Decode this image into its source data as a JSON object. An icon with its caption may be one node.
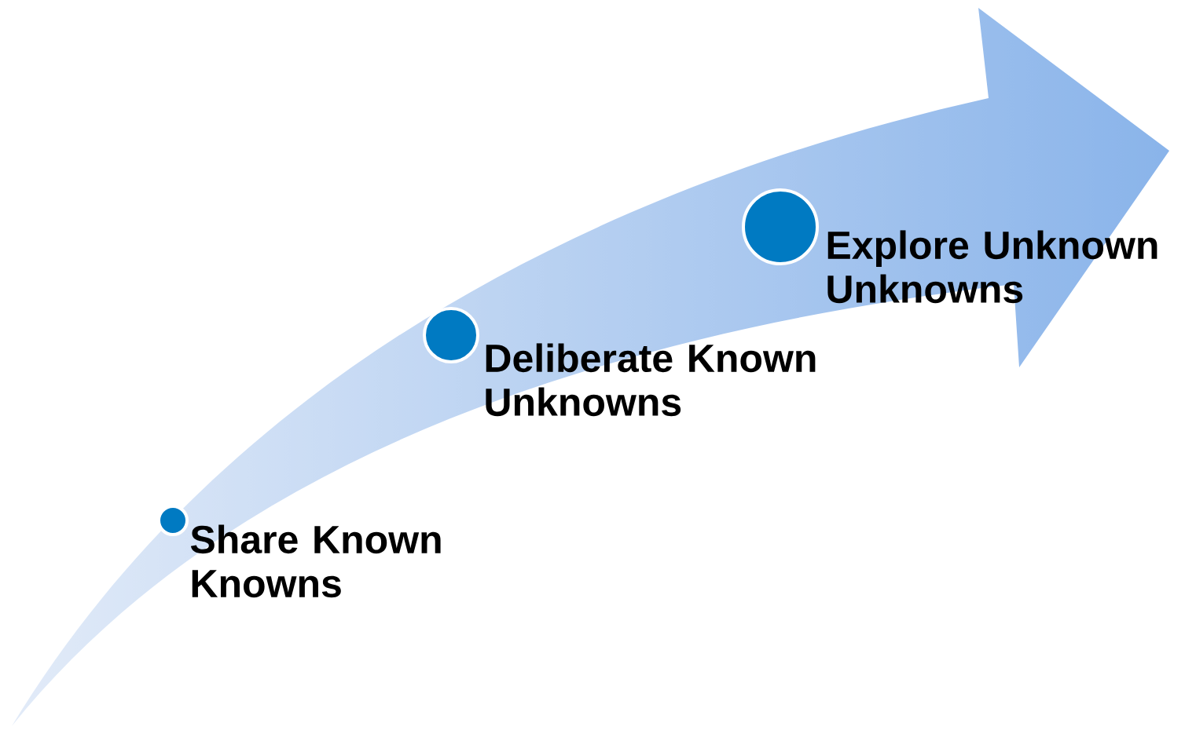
{
  "diagram": {
    "nodes": [
      {
        "text": [
          "Share Known Knowns"
        ]
      },
      {
        "text": [
          "Deliberate Known Unknowns"
        ]
      },
      {
        "text": [
          "Explore Unknown Unknowns"
        ]
      }
    ]
  }
}
